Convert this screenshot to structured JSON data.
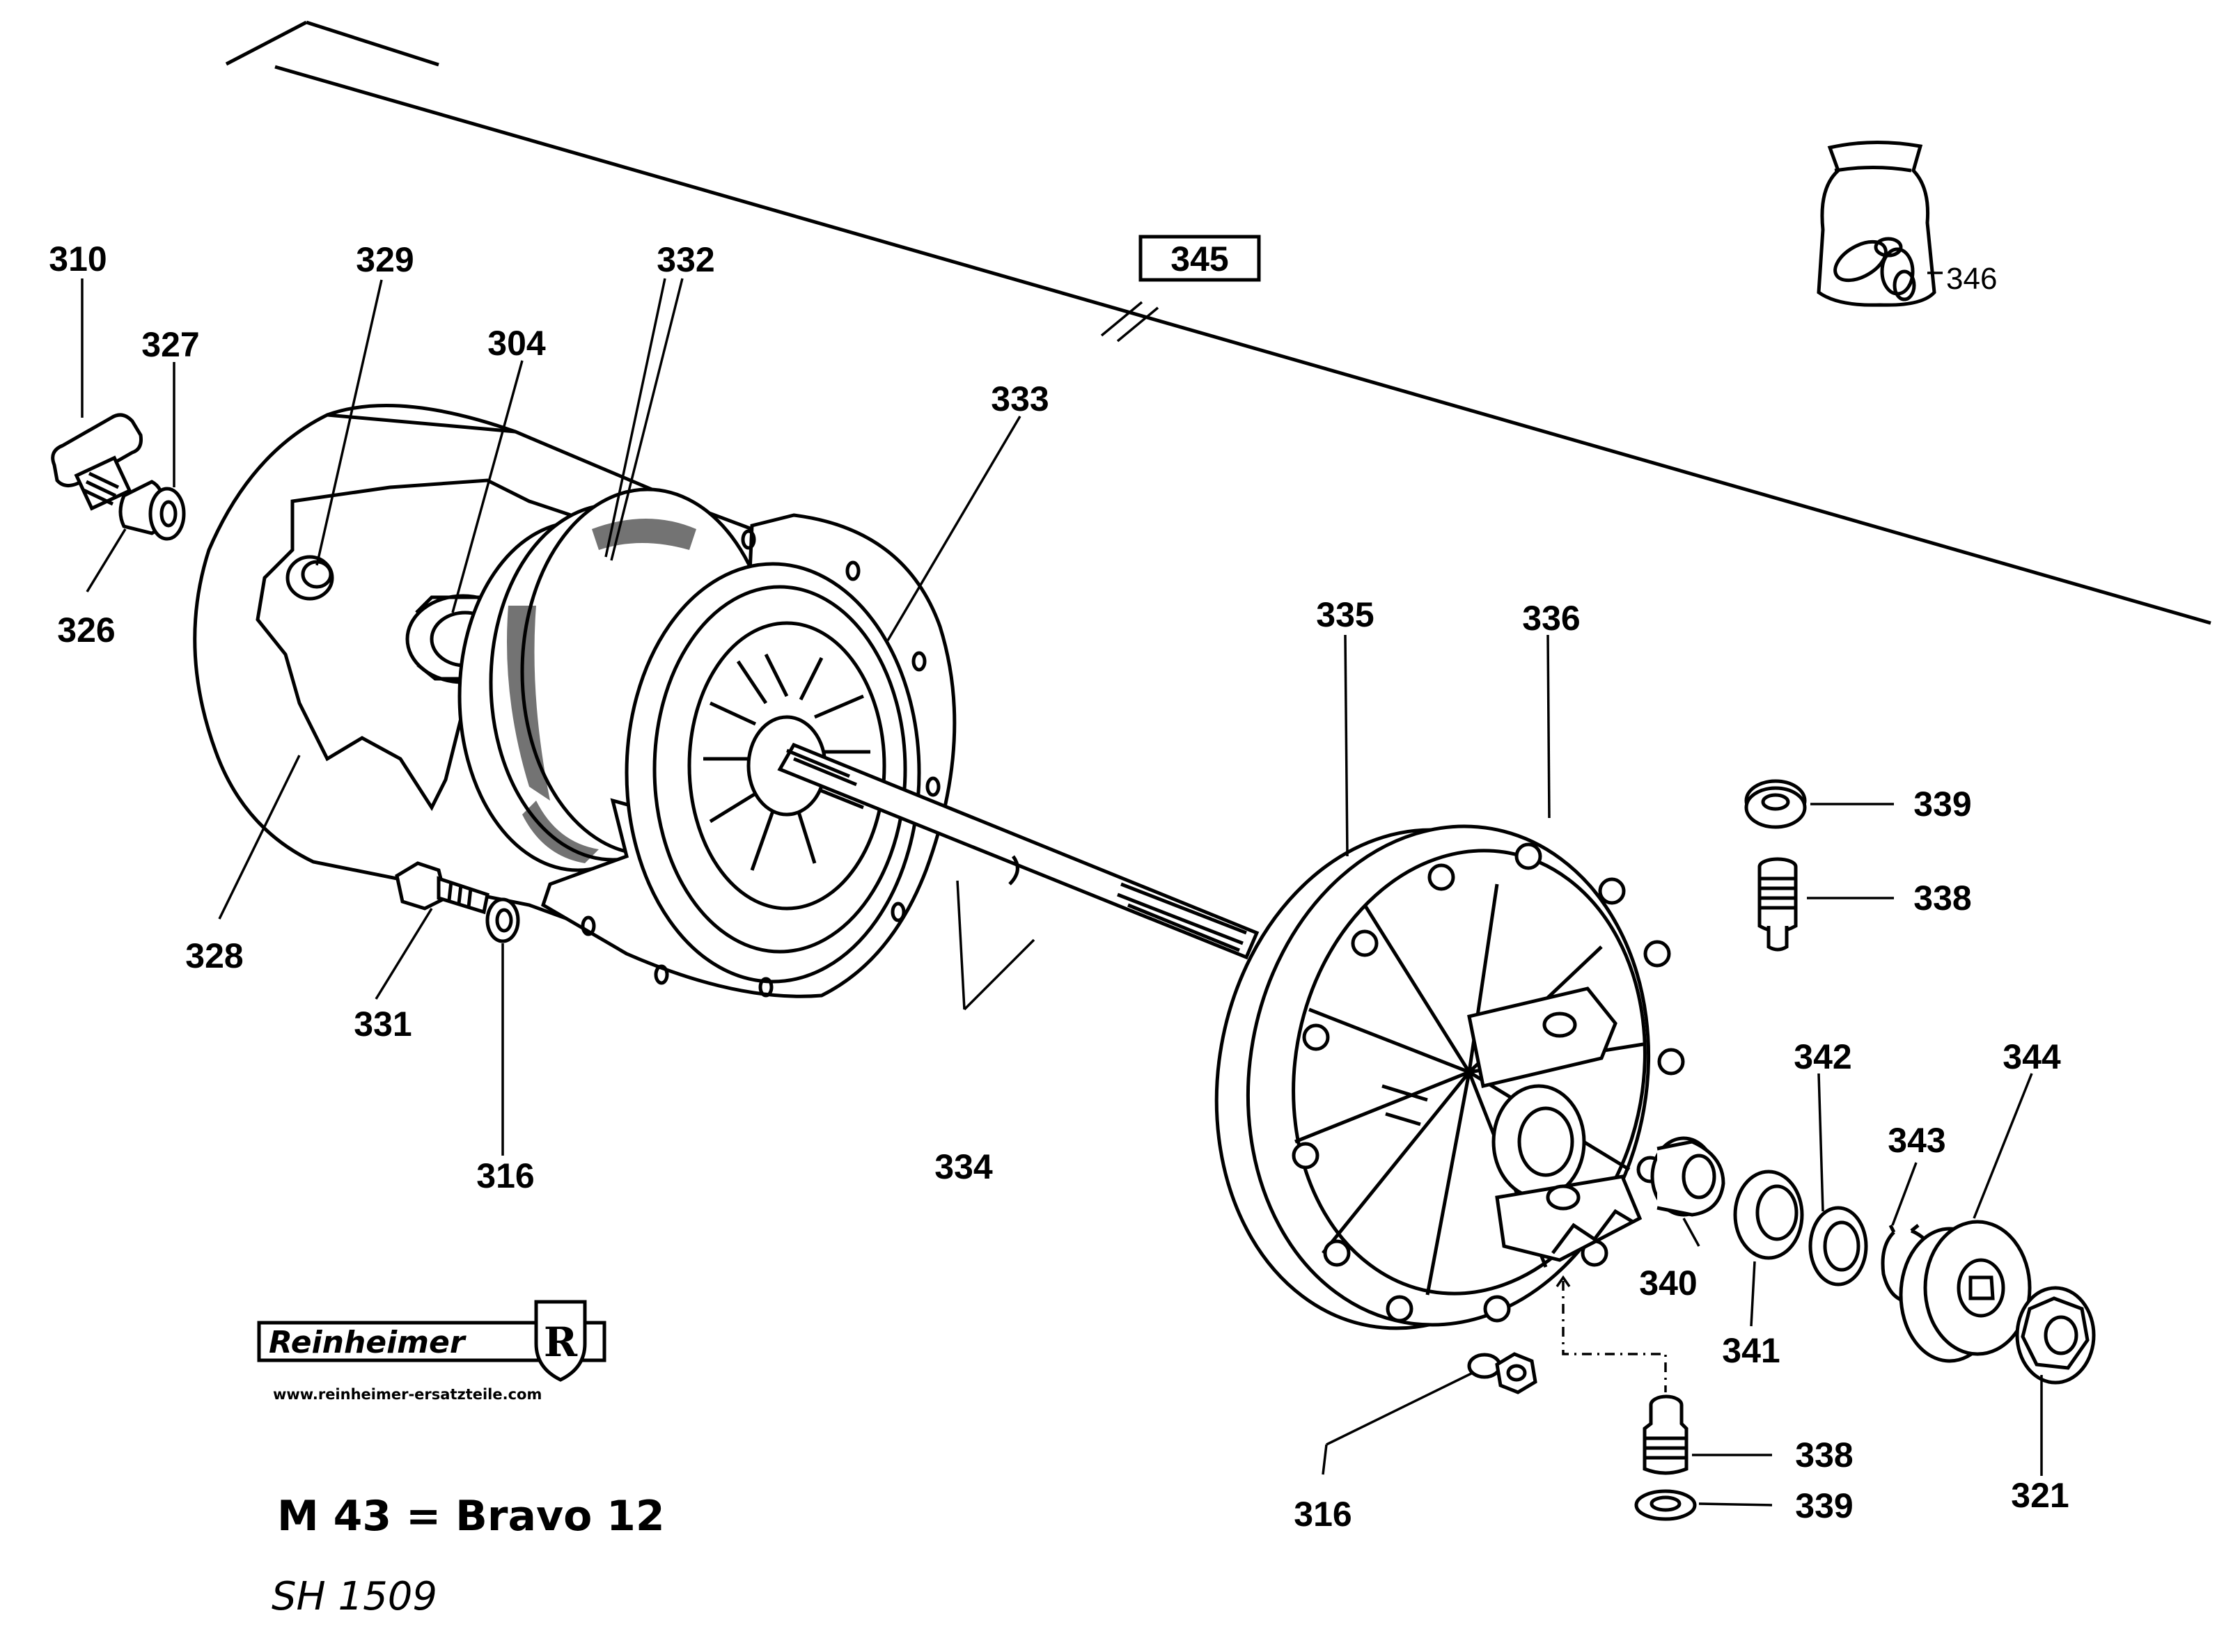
{
  "group_label": "345",
  "labels": {
    "l310": "310",
    "l327": "327",
    "l326": "326",
    "l329": "329",
    "l304": "304",
    "l332": "332",
    "l333": "333",
    "l328": "328",
    "l331": "331",
    "l316a": "316",
    "l334": "334",
    "l335": "335",
    "l336": "336",
    "l339a": "339",
    "l338a": "338",
    "l342": "342",
    "l344": "344",
    "l343": "343",
    "l340": "340",
    "l341": "341",
    "l316b": "316",
    "l338b": "338",
    "l339b": "339",
    "l321": "321",
    "l346": "346"
  },
  "brand": {
    "name": "Reinheimer",
    "emblem_letter": "R",
    "url": "www.reinheimer-ersatzteile.com"
  },
  "model_title": "M 43 = Bravo 12",
  "sheet_code": "SH 1509"
}
